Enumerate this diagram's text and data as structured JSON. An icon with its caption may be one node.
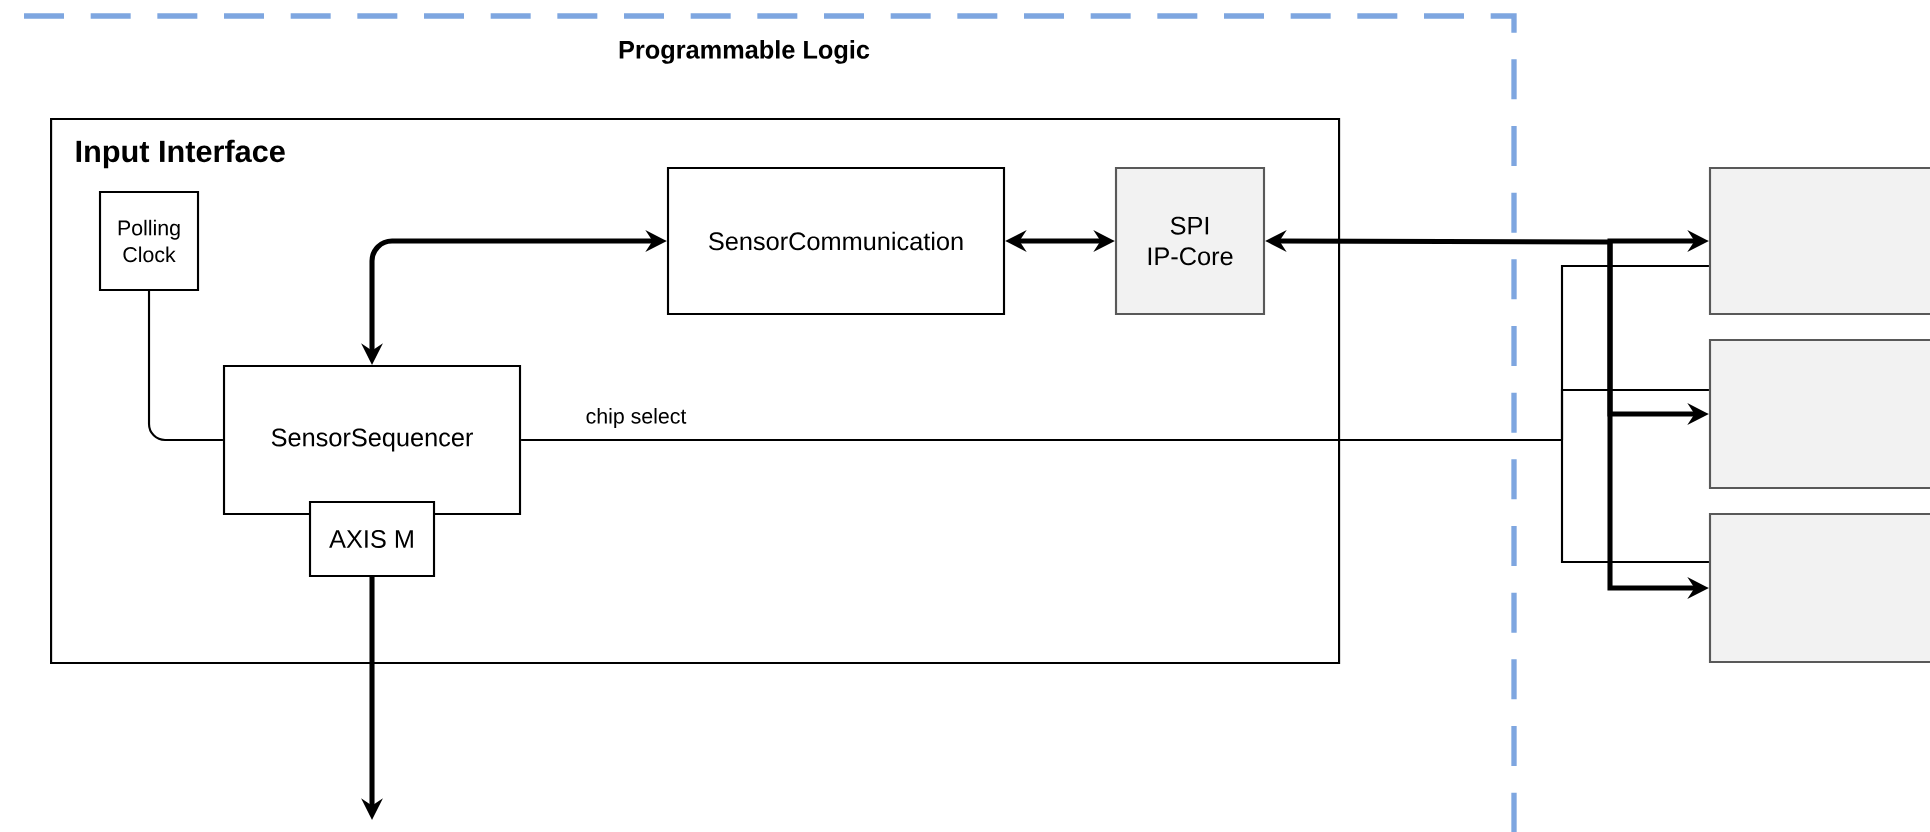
{
  "diagram": {
    "nodes": [
      {
        "text": [
          "Programmable Logic"
        ]
      },
      {
        "text": [
          "Input Interface"
        ],
        "in": 0
      },
      {
        "text": [
          "Polling Clock"
        ],
        "in": 1
      },
      {
        "text": [
          "SensorCommunication"
        ],
        "in": 1
      },
      {
        "text": [
          "SPI IP-Core"
        ],
        "in": 1
      },
      {
        "text": [
          "SensorSequencer"
        ],
        "in": 1
      },
      {
        "text": [
          "AXIS M"
        ],
        "in": 1
      },
      {
        "text": [],
        "shape": "box"
      },
      {
        "text": [],
        "shape": "box"
      },
      {
        "text": [],
        "shape": "box"
      }
    ],
    "edges": [
      {
        "from": 2,
        "to": 5,
        "arrow": "none"
      },
      {
        "from": 5,
        "to": 3,
        "arrow": "both"
      },
      {
        "from": 3,
        "to": 4,
        "arrow": "both"
      },
      {
        "from": 4,
        "to": 7,
        "arrow": "both"
      },
      {
        "from": 4,
        "to": 8,
        "arrow": "both"
      },
      {
        "from": 4,
        "to": 9,
        "arrow": "both"
      },
      {
        "from": 5,
        "to": 7,
        "arrow": "none",
        "label": "chip select"
      },
      {
        "from": 5,
        "to": 8,
        "arrow": "none"
      },
      {
        "from": 5,
        "to": 9,
        "arrow": "none"
      },
      {
        "from": 6,
        "to": null,
        "arrow": "to"
      }
    ]
  }
}
